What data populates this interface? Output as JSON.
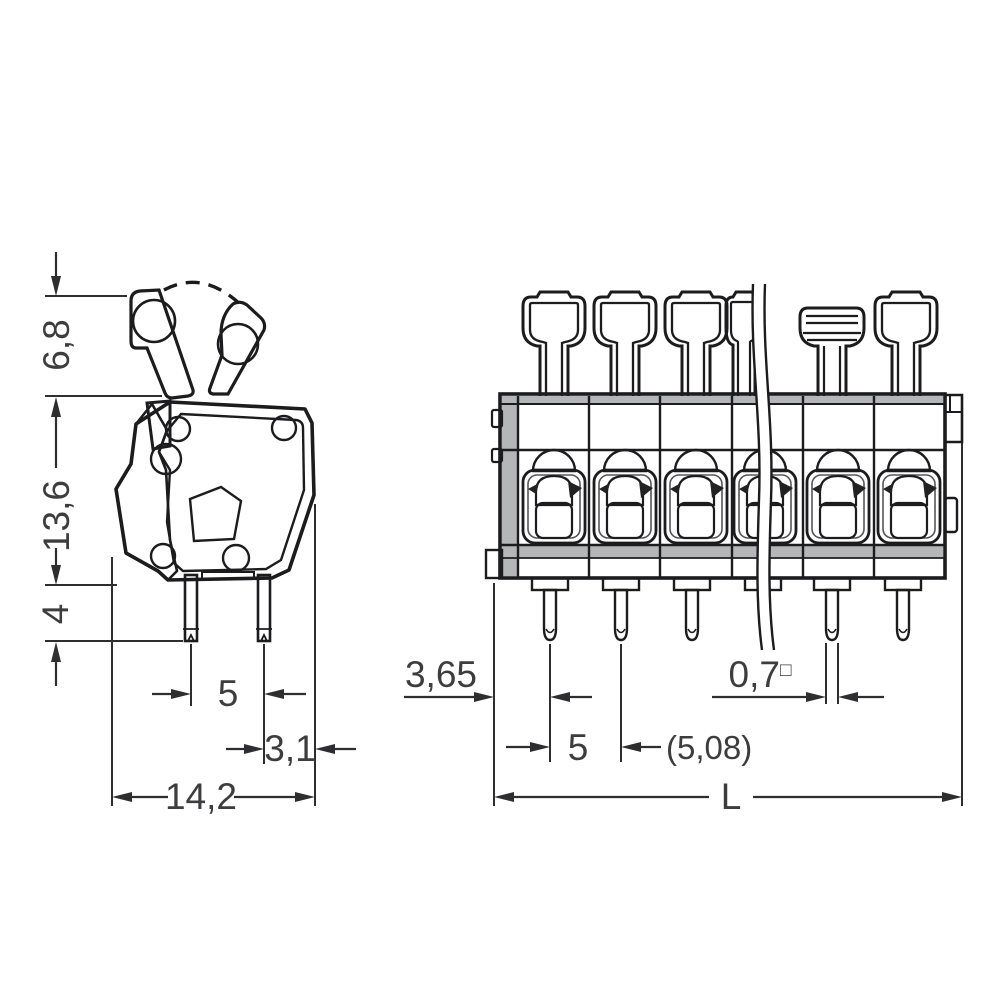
{
  "drawing": {
    "description": "Terminal block dimensional drawing, side view and front view"
  },
  "colors": {
    "background": "#ffffff",
    "outline": "#1c1c1e",
    "dimension_line": "#2e2e30",
    "text": "#3d3d3f",
    "body_gray": "#c6c7c9",
    "edge_gray": "#b5b6b8",
    "spring_gray": "#d8d9db",
    "wire_yellow": "#ffe106",
    "funnel_orange": "#f4bd90",
    "pin_copper": "#f2b287"
  },
  "side_view": {
    "labels": {
      "lever_height": "6,8",
      "body_height": "13,6",
      "pin_length": "4",
      "pin_spacing": "5",
      "pin_edge_offset": "3,1",
      "overall_width": "14,2"
    }
  },
  "front_view": {
    "labels": {
      "edge_to_first_pin": "3,65",
      "pin_pitch": "5",
      "pin_pitch_alt": "(5,08)",
      "pin_width": "0,7",
      "pin_width_symbol": "□",
      "overall_length": "L"
    }
  }
}
